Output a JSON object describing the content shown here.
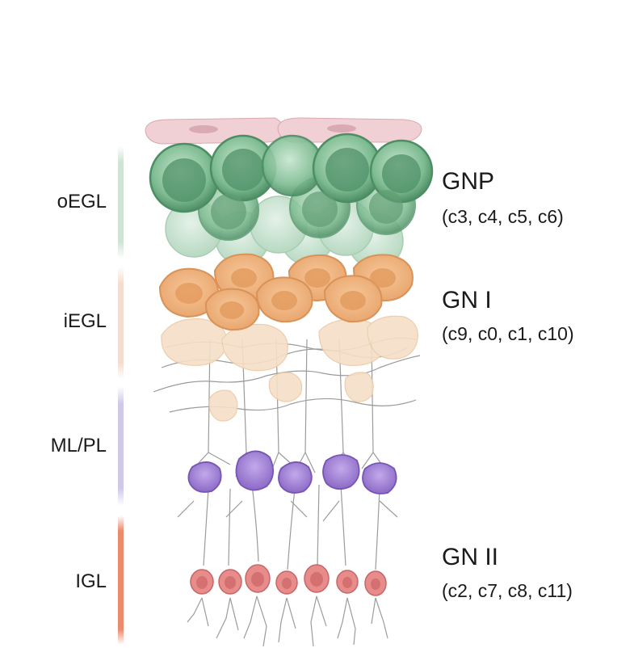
{
  "layers": [
    {
      "label": "oEGL",
      "color": "#cfe3d6"
    },
    {
      "label": "iEGL",
      "color": "#f4ddd0"
    },
    {
      "label": "ML/PL",
      "color": "#cfc8e6"
    },
    {
      "label": "IGL",
      "color": "#ec8a6e"
    }
  ],
  "cell_types": [
    {
      "name": "GNP",
      "clusters": "(c3, c4, c5, c6)"
    },
    {
      "name": "GN I",
      "clusters": "(c9, c0, c1, c10)"
    },
    {
      "name": "GN II",
      "clusters": "(c2, c7, c8, c11)"
    }
  ],
  "colors": {
    "meninges": "#f0d0d4",
    "gnp_cell": "#5fa37a",
    "gn1_cell": "#eeb27c",
    "purkinje": "#9a7ad0",
    "granule": "#e78b8b",
    "axon": "#8a8a8a"
  }
}
